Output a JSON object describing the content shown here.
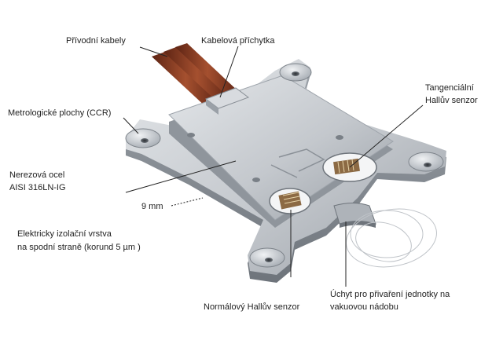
{
  "labels": {
    "cables": "Přívodní kabely",
    "cable_clip": "Kabelová příchytka",
    "metrology": "Metrologické plochy (CCR)",
    "tangential_1": "Tangenciální",
    "tangential_2": "Hallův senzor",
    "steel_1": "Nerezová ocel",
    "steel_2": "AISI 316LN-IG",
    "thickness": "9 mm",
    "insulation_1": "Elektricky izolační vrstva",
    "insulation_2": "na spodní straně (korund 5 µm )",
    "normal": "Normálový Hallův senzor",
    "mount_1": "Úchyt pro přivaření jednotky na",
    "mount_2": "vakuovou nádobu"
  },
  "colors": {
    "plate": "#c7cbd0",
    "plate_edge": "#8e949b",
    "cable": "#8b3a22",
    "leader": "#222222"
  }
}
